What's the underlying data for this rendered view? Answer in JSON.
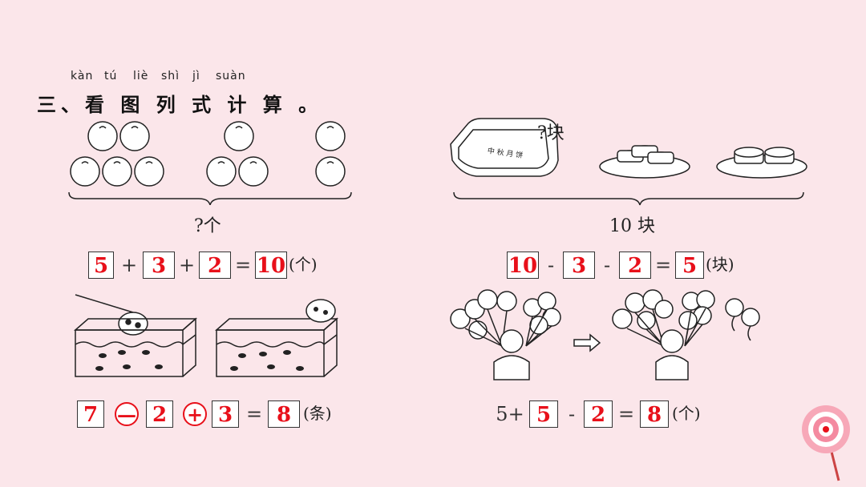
{
  "header": {
    "pinyin": [
      "kàn",
      "tú",
      "liè",
      "shì",
      "jì",
      "suàn"
    ],
    "title": "三、看 图 列 式 计 算 。"
  },
  "problem1": {
    "question": "?个",
    "answers": [
      "5",
      "3",
      "2",
      "10"
    ],
    "ops": [
      "+",
      "+",
      "="
    ],
    "unit": "(个)"
  },
  "problem2": {
    "box_label": "?块",
    "question": "10 块",
    "answers": [
      "10",
      "3",
      "2",
      "5"
    ],
    "ops": [
      "-",
      "-",
      "="
    ],
    "unit": "(块)"
  },
  "problem3": {
    "answers": [
      "7",
      "2",
      "3",
      "8"
    ],
    "circled_ops": [
      "—",
      "+"
    ],
    "eq": "=",
    "unit": "(条)"
  },
  "problem4": {
    "given": "5+",
    "answers": [
      "5",
      "2",
      "8"
    ],
    "ops": [
      "-",
      "="
    ],
    "unit": "(个)"
  },
  "colors": {
    "background": "#fbe6ea",
    "answer_red": "#e8101a"
  },
  "icons": [
    "apple-icon",
    "mooncake-box-icon",
    "mooncake-plate-icon",
    "fish-tank-icon",
    "fishing-net-icon",
    "balloon-boy-icon",
    "arrow-right-icon",
    "lollipop-icon"
  ]
}
